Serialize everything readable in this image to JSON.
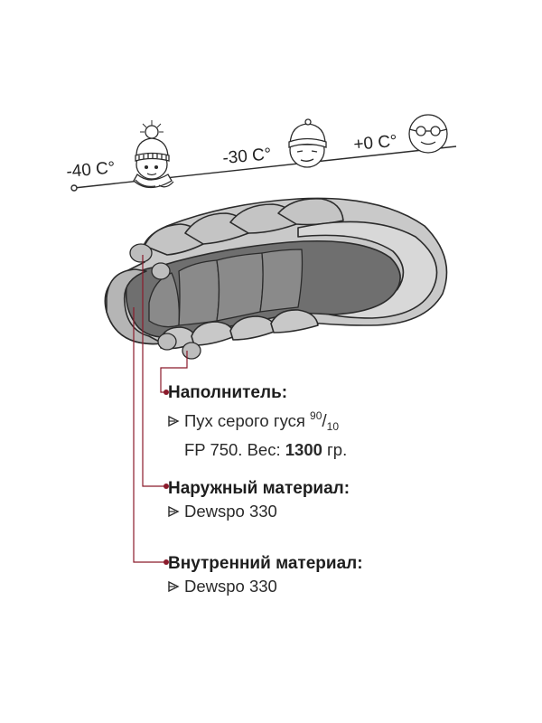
{
  "temperature_scale": {
    "points": [
      {
        "label": "-40 C°",
        "icon": "winter-hat-scarf-face-icon"
      },
      {
        "label": "-30 C°",
        "icon": "beanie-face-icon"
      },
      {
        "label": "+0 C°",
        "icon": "sunglasses-face-icon"
      }
    ]
  },
  "callouts": {
    "filling": {
      "title": "Наполнитель:",
      "line1": "Пух серого гуся",
      "fraction_top": "90",
      "fraction_bottom": "10",
      "line2_prefix": "FP 750.  Вес: ",
      "weight": "1300",
      "line2_suffix": " гр."
    },
    "outer": {
      "title": "Наружный материал:",
      "line1": "Dewspo 330"
    },
    "inner": {
      "title": "Внутренний материал:",
      "line1": "Dewspo 330"
    }
  },
  "colors": {
    "leader": "#8b1a2b",
    "outline": "#2b2b2b",
    "shell": "#c9c9c9",
    "lining": "#6f6f6f",
    "baffle": "#b8b8b8"
  }
}
